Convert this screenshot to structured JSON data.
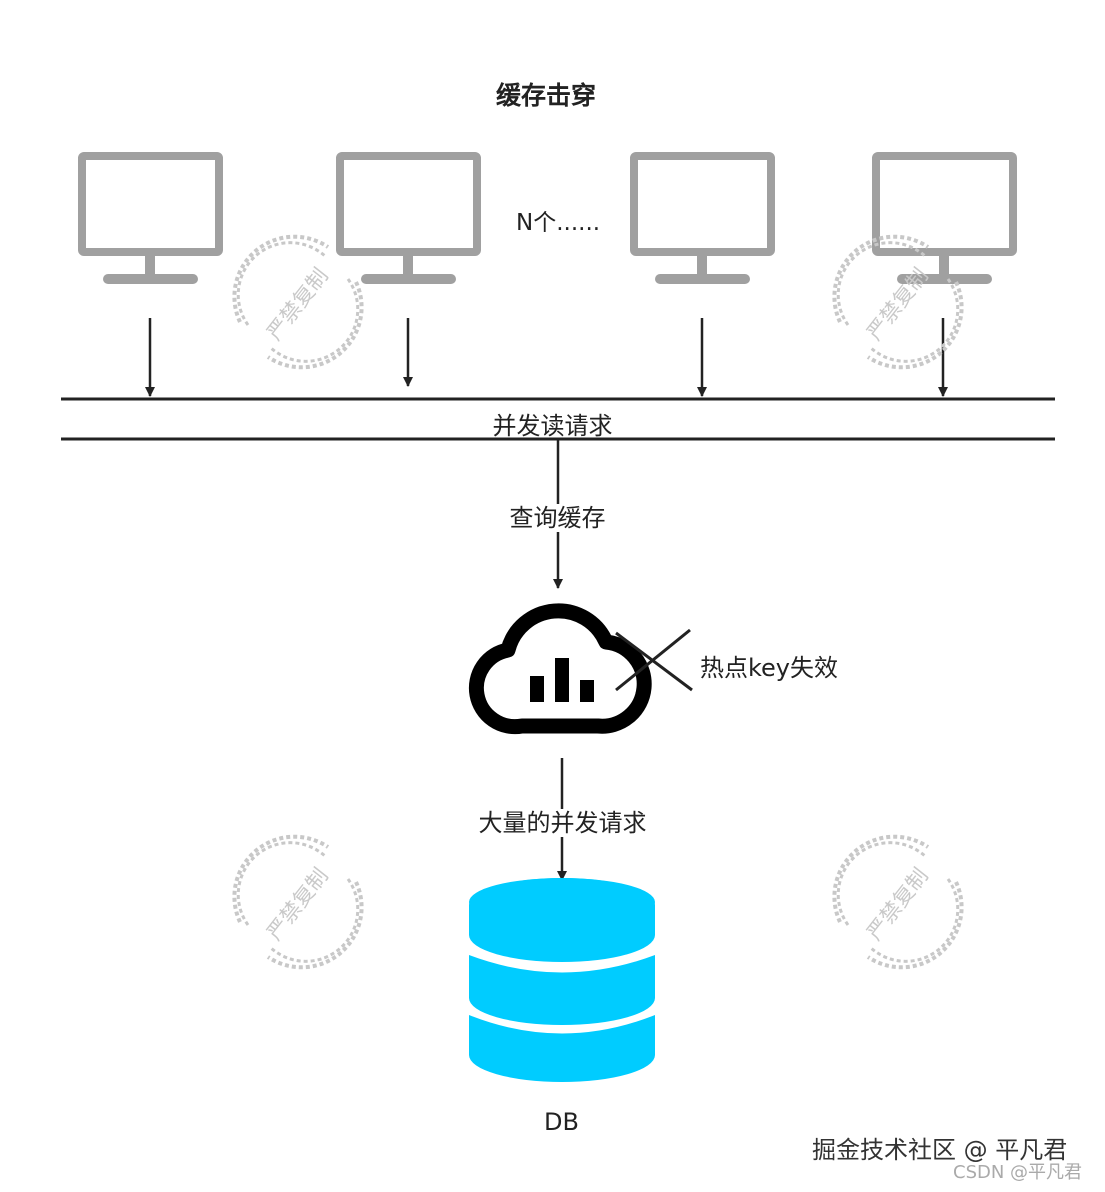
{
  "title": "缓存击穿",
  "clients": {
    "count_label": "N个......",
    "icon": "monitor-icon",
    "color": "#a0a0a0"
  },
  "bus_label": "并发读请求",
  "query_label": "查询缓存",
  "cache": {
    "icon": "cloud-chart-icon",
    "status_label": "热点key失效",
    "status_icon": "cross-icon"
  },
  "mass_label": "大量的并发请求",
  "database": {
    "icon": "database-icon",
    "label": "DB",
    "color": "#00ccff"
  },
  "watermark": {
    "text": "严禁复制",
    "color": "#c9c9c9"
  },
  "footer": {
    "credit": "掘金技术社区 @ 平凡君",
    "csdn": "CSDN @平凡君"
  }
}
